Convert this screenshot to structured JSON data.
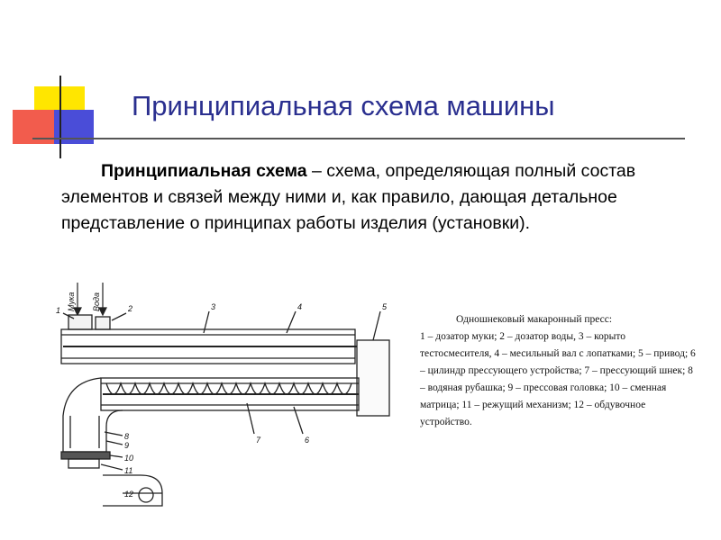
{
  "slide": {
    "title": "Принципиальная схема машины",
    "definition": {
      "term": "Принципиальная схема",
      "text": " – схема, определяющая полный состав элементов и связей между ними и, как правило, дающая детальное представление о принципах работы изделия (установки)."
    }
  },
  "figure": {
    "input_labels": [
      "Мука",
      "Вода"
    ],
    "callouts": [
      "1",
      "2",
      "3",
      "4",
      "5",
      "6",
      "7",
      "8",
      "9",
      "10",
      "11",
      "12"
    ],
    "legend_title": "Одношнековый макаронный пресс:",
    "legend_text": "1 – дозатор муки; 2 – дозатор воды, 3 – корыто тестосмесителя, 4 – месильный вал с лопатками; 5 – привод; 6 – цилиндр прессующего устройства; 7 – прессующий шнек; 8 – водяная рубашка; 9 – прессовая головка; 10 – сменная матрица; 11 – режущий механизм; 12 – обдувочное устройство."
  },
  "colors": {
    "title": "#2a2f8f",
    "deco_yellow": "#ffe600",
    "deco_red": "#f25c4d",
    "deco_blue": "#4a4dd8"
  }
}
